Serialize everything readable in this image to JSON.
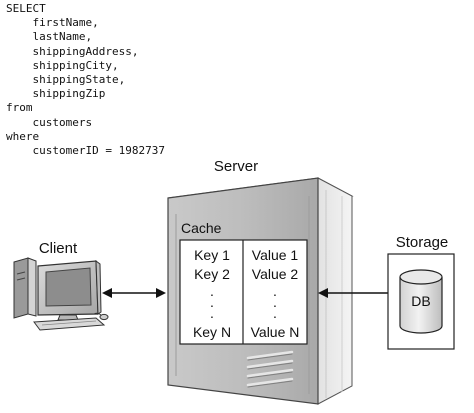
{
  "sql": {
    "lines": [
      "SELECT",
      "    firstName,",
      "    lastName,",
      "    shippingAddress,",
      "    shippingCity,",
      "    shippingState,",
      "    shippingZip",
      "from",
      "    customers",
      "where",
      "    customerID = 1982737"
    ]
  },
  "server": {
    "label": "Server"
  },
  "client": {
    "label": "Client"
  },
  "storage": {
    "label": "Storage",
    "db_label": "DB"
  },
  "cache": {
    "label": "Cache",
    "keys": [
      "Key 1",
      "Key 2",
      ".",
      ".",
      ".",
      "Key N"
    ],
    "values": [
      "Value 1",
      "Value 2",
      ".",
      ".",
      ".",
      "Value N"
    ]
  }
}
